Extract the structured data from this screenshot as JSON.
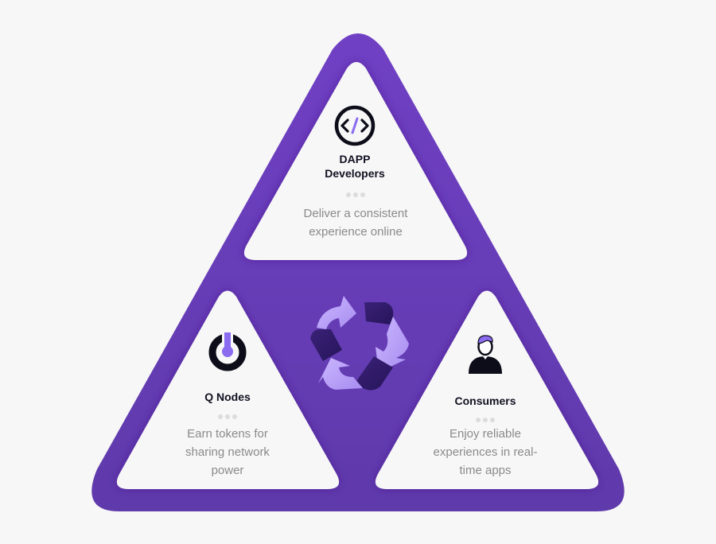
{
  "diagram": {
    "colors": {
      "background": "#f7f7f7",
      "outer_triangle": "#6a3fb8",
      "inner_panel": "#f7f7f7",
      "accent_light": "#b9a3f5",
      "accent_dark": "#2e1a63",
      "title_text": "#111122",
      "description_text": "#8a8a8a"
    },
    "center": {
      "icon": "recycle-icon"
    },
    "sections": [
      {
        "id": "developers",
        "icon": "code-icon",
        "title_line1": "DAPP",
        "title_line2": "Developers",
        "description_line1": "Deliver a consistent",
        "description_line2": "experience online"
      },
      {
        "id": "nodes",
        "icon": "power-icon",
        "title_line1": "Q Nodes",
        "description_line1": "Earn tokens for",
        "description_line2": "sharing network",
        "description_line3": "power"
      },
      {
        "id": "consumers",
        "icon": "user-icon",
        "title_line1": "Consumers",
        "description_line1": "Enjoy reliable",
        "description_line2": "experiences in real-",
        "description_line3": "time apps"
      }
    ]
  }
}
